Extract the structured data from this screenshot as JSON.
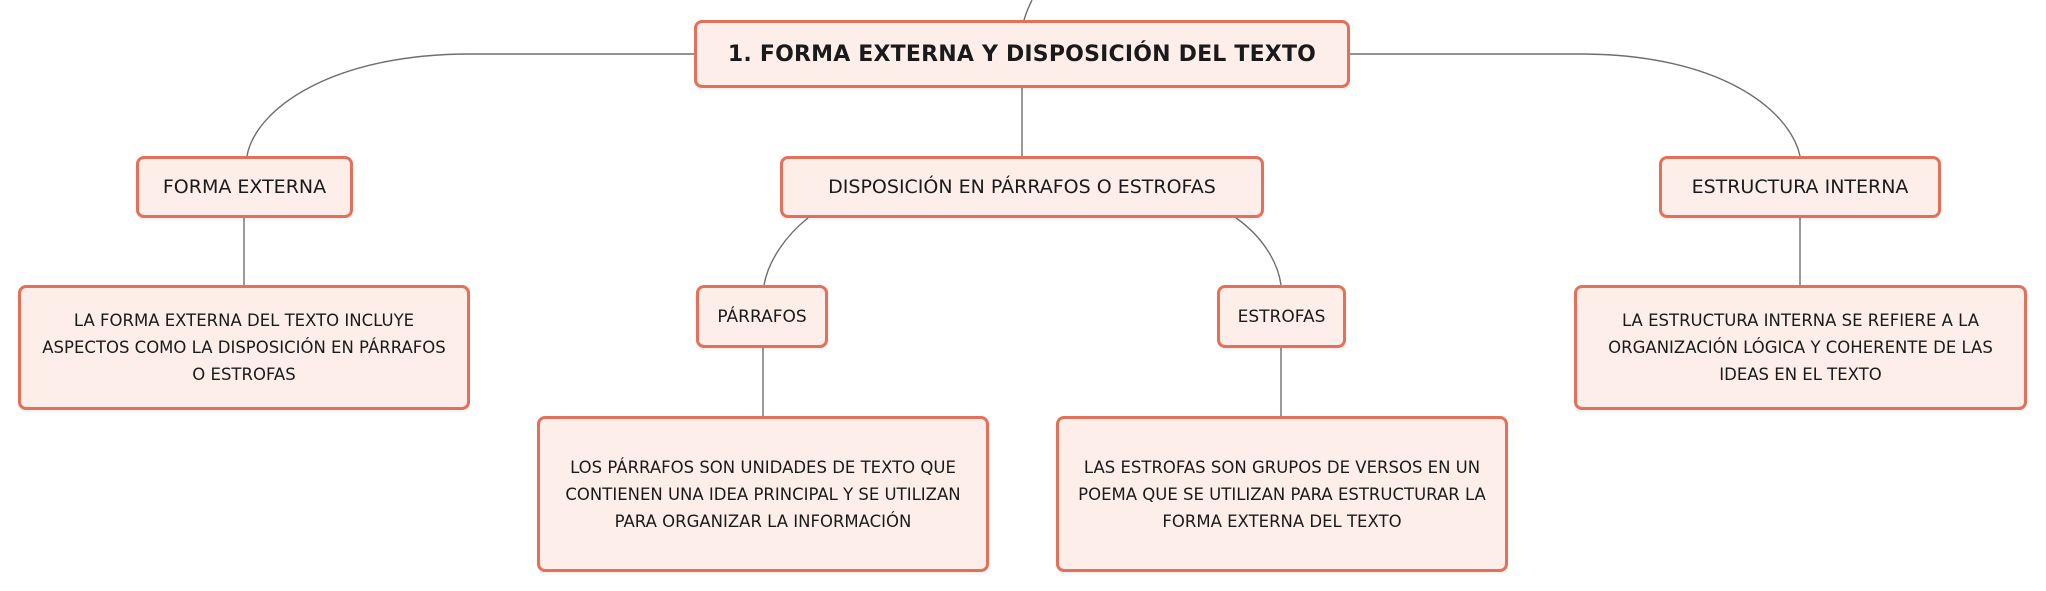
{
  "map": {
    "root": {
      "label": "1. FORMA EXTERNA Y DISPOSICIÓN DEL TEXTO"
    },
    "forma_externa": {
      "label": "FORMA EXTERNA",
      "description": "LA FORMA EXTERNA DEL TEXTO INCLUYE ASPECTOS COMO LA DISPOSICIÓN EN PÁRRAFOS O ESTROFAS"
    },
    "disposicion": {
      "label": "DISPOSICIÓN EN PÁRRAFOS O ESTROFAS",
      "parrafos": {
        "label": "PÁRRAFOS",
        "description": "LOS PÁRRAFOS SON UNIDADES DE TEXTO QUE CONTIENEN UNA IDEA PRINCIPAL Y SE UTILIZAN PARA ORGANIZAR LA INFORMACIÓN"
      },
      "estrofas": {
        "label": "ESTROFAS",
        "description": "LAS ESTROFAS SON GRUPOS DE VERSOS EN UN POEMA QUE SE UTILIZAN PARA ESTRUCTURAR LA FORMA EXTERNA DEL TEXTO"
      }
    },
    "estructura_interna": {
      "label": "ESTRUCTURA INTERNA",
      "description": "LA ESTRUCTURA INTERNA SE REFIERE A LA ORGANIZACIÓN LÓGICA Y COHERENTE DE LAS IDEAS EN EL TEXTO"
    }
  },
  "colors": {
    "node_fill": "#fdeee9",
    "node_border": "#e4705a",
    "connector": "#6e6e6e",
    "text": "#1a1a1a"
  }
}
